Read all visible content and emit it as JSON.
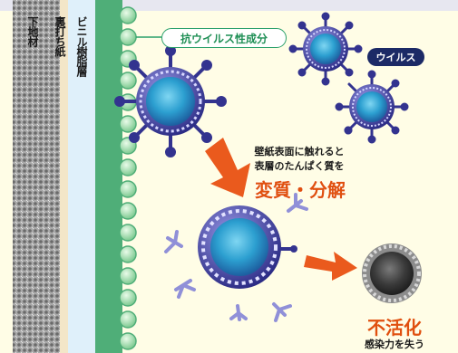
{
  "layers": {
    "base_material": "下地材",
    "backing_paper": "裏打ち紙",
    "vinyl_resin_layer": "ビニル樹脂層"
  },
  "antiviral_component_label": "抗ウイルス性成分",
  "virus_label": "ウイルス",
  "caption_line1": "壁紙表面に触れると",
  "caption_line2": "表層のたんぱく質を",
  "denature_headline": "変質・分解",
  "inactivation_headline": "不活化",
  "inactivation_subtext": "感染力を失う",
  "colors": {
    "green_layer": "#4fae78",
    "vinyl_layer": "#dff0fa",
    "arrow_orange": "#ea5a1d",
    "virus_core": "#28a0d0",
    "virus_shell": "#3f3fa6",
    "background": "#fffde6"
  }
}
